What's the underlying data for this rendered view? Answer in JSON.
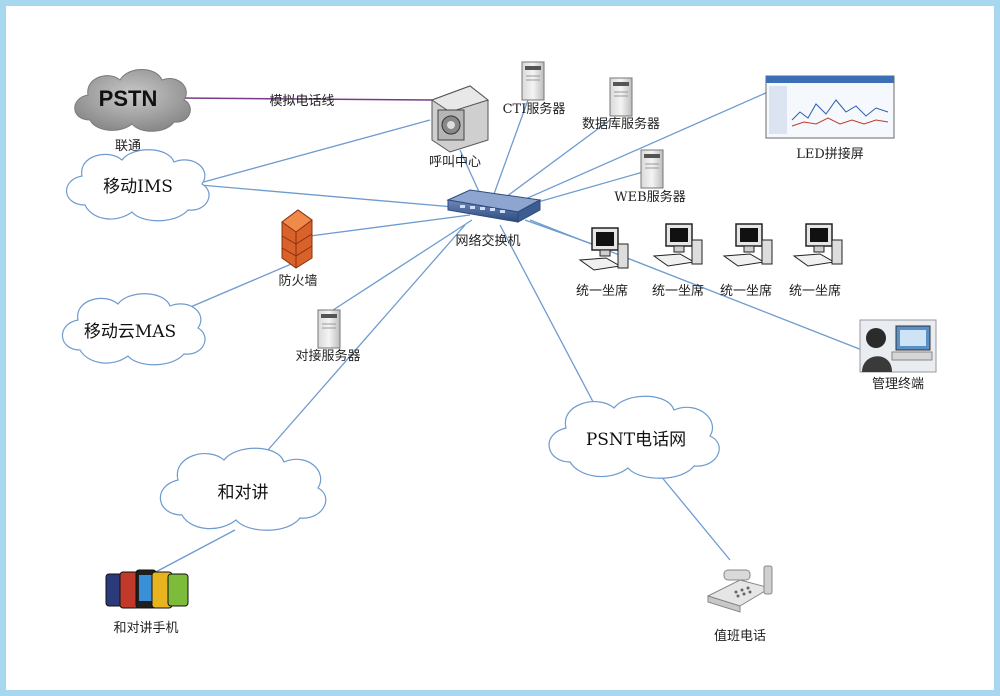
{
  "nodes": {
    "pstn": "PSTN",
    "unicom": "联通",
    "analog_line": "模拟电话线",
    "mobile_ims": "移动IMS",
    "mobile_mas": "移动云MAS",
    "firewall": "防火墙",
    "call_center": "呼叫中心",
    "cti_server": "CTI服务器",
    "db_server": "数据库服务器",
    "web_server": "WEB服务器",
    "led_screen": "LED拼接屏",
    "switch": "网络交换机",
    "seats": [
      "统一坐席",
      "统一坐席",
      "统一坐席",
      "统一坐席"
    ],
    "mgmt_terminal": "管理终端",
    "docking_server": "对接服务器",
    "psnt_net": "PSNT电话网",
    "walkie": "和对讲",
    "walkie_phone": "和对讲手机",
    "duty_phone": "值班电话"
  },
  "icons": {
    "cloud": "cloud-icon",
    "server": "server-tower-icon",
    "firewall": "brick-firewall-icon",
    "switch": "network-switch-icon",
    "workstation": "desktop-computer-icon",
    "monitor": "monitor-screen-icon",
    "phone": "desk-phone-icon",
    "smartphones": "smartphones-icon",
    "user": "user-at-computer-icon",
    "call_center": "call-center-box-icon"
  },
  "colors": {
    "frame": "#a8d8f0",
    "link": "#6e9bd0",
    "analog_link": "#7a3a8c",
    "pstn_cloud": "#9a9a9a"
  }
}
